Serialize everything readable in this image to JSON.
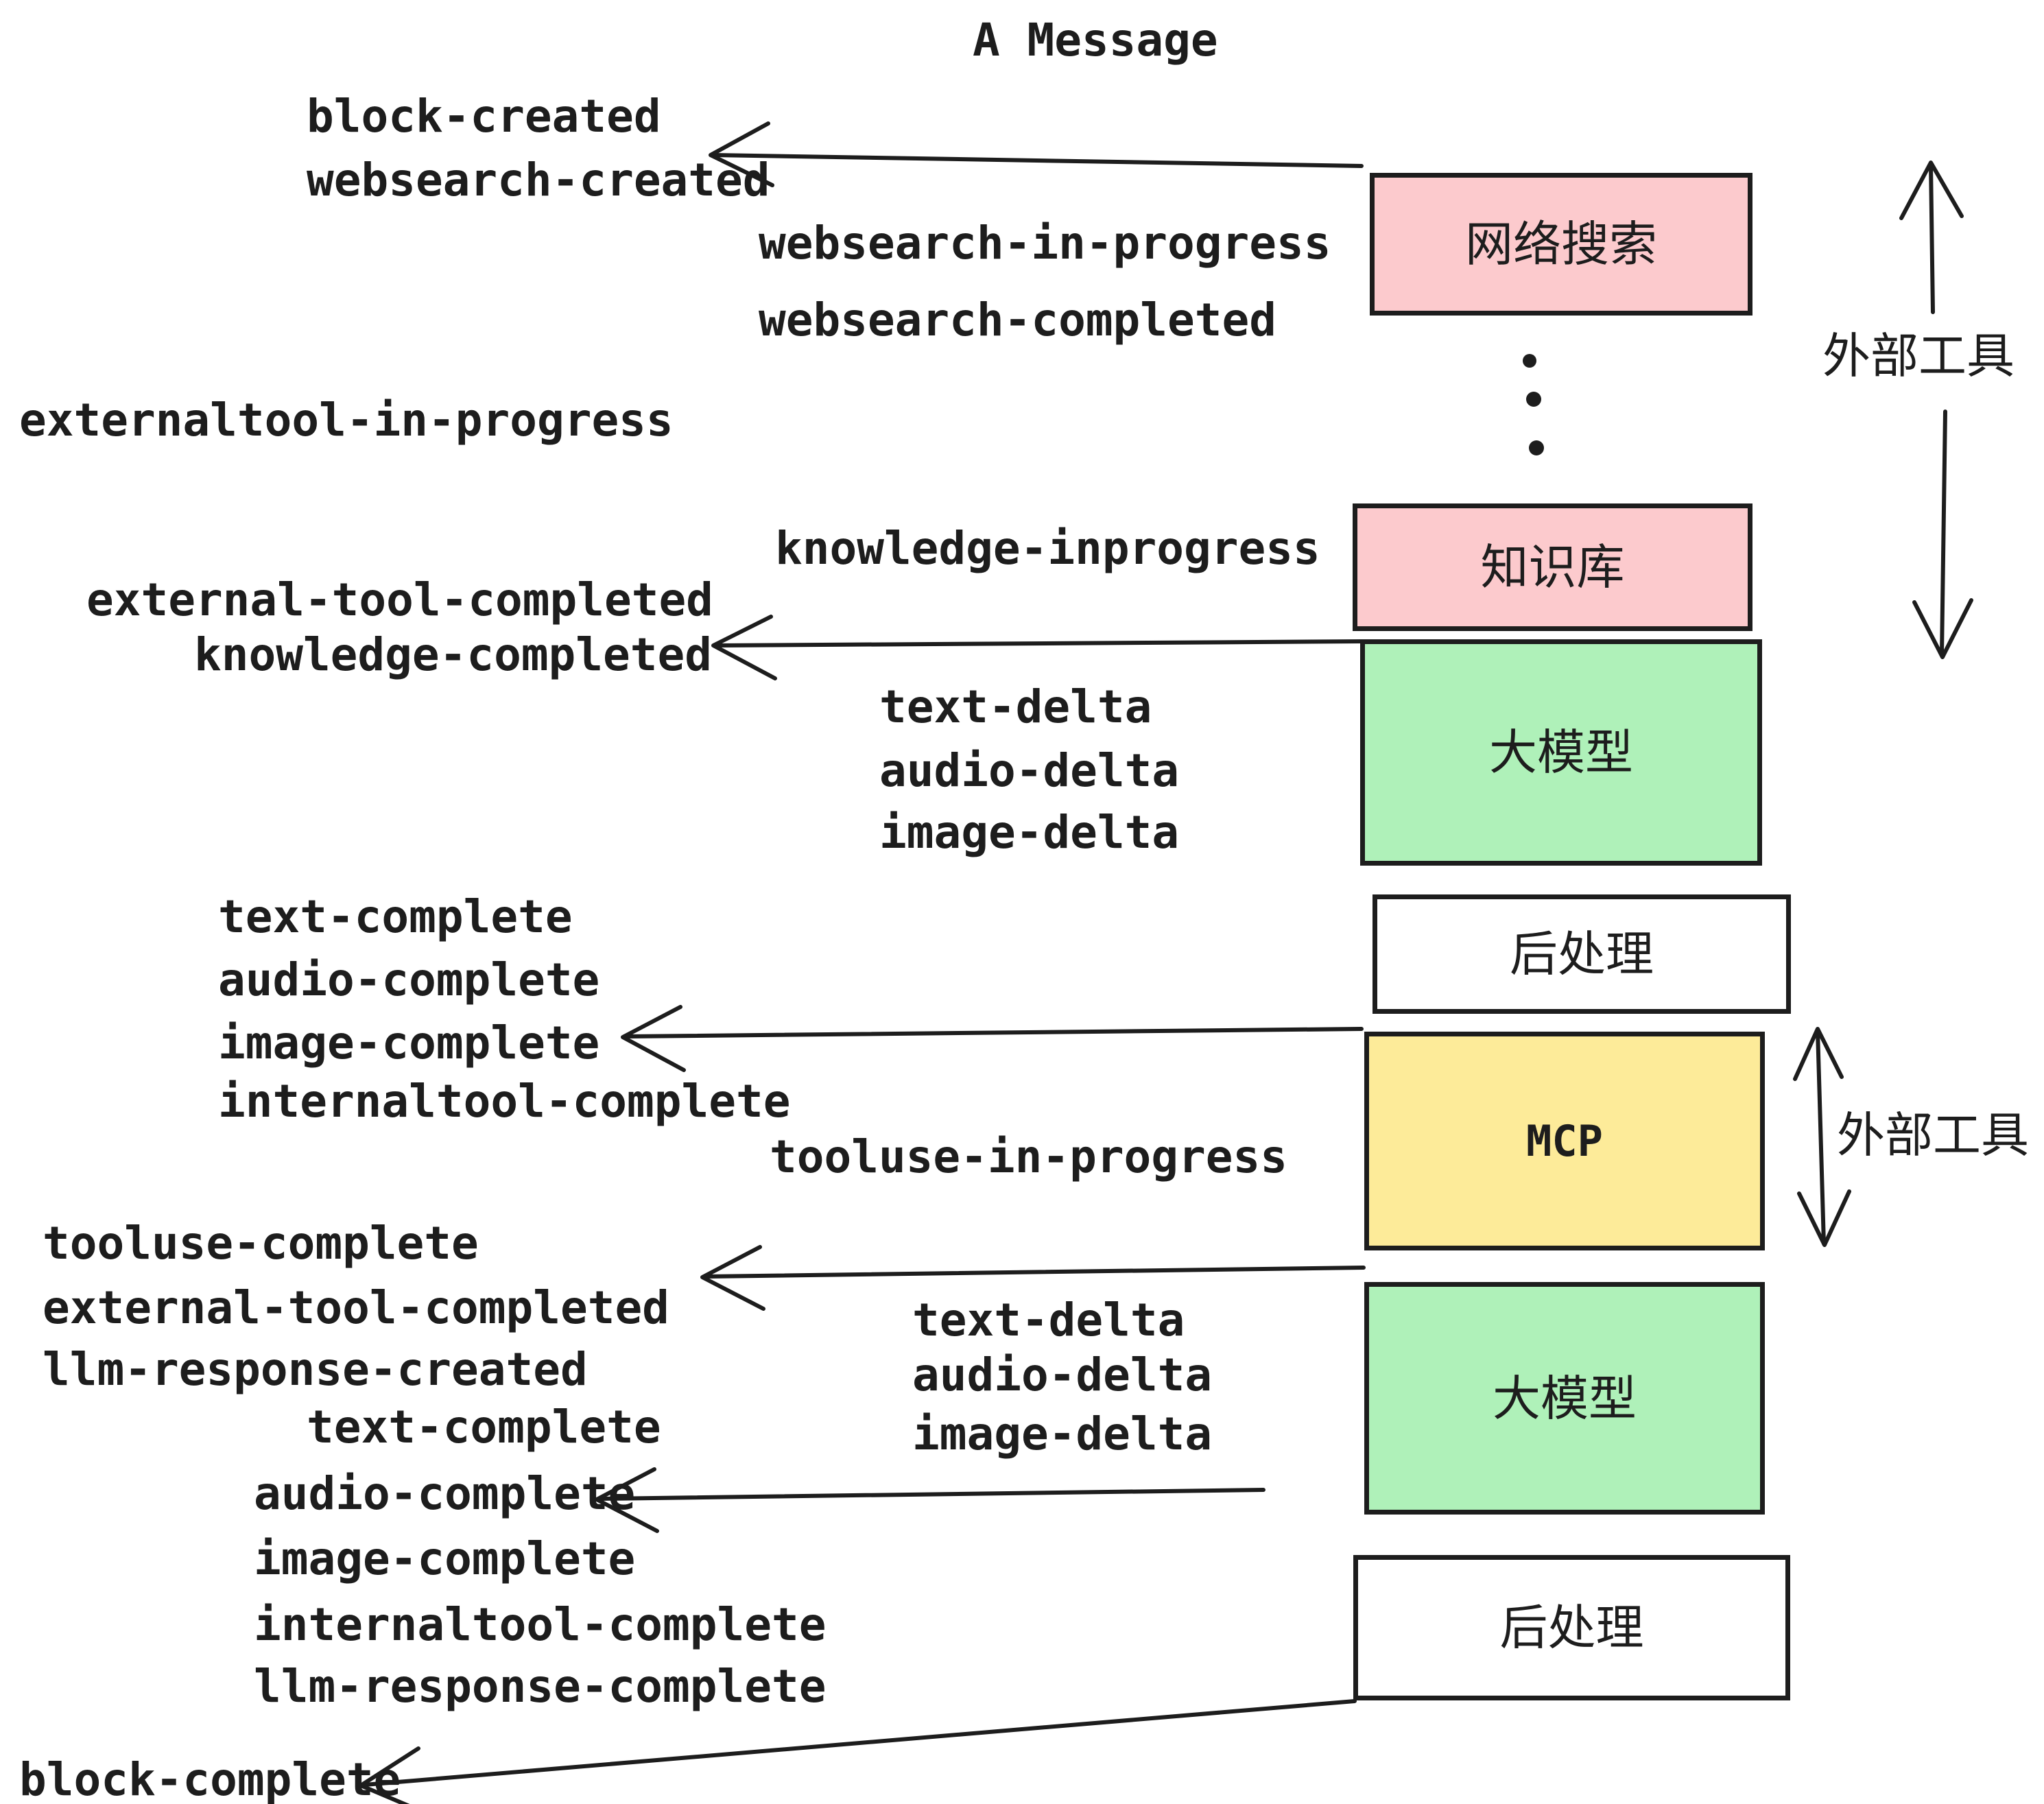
{
  "title": "A Message",
  "colors": {
    "ink": "#1d1d1d",
    "pink_box": "#fccacd",
    "green_box": "#aff1b9",
    "yellow_box": "#fdeb99",
    "white_box": "#ffffff",
    "background": "#ffffff"
  },
  "boxes": {
    "websearch": "网络搜索",
    "knowledge": "知识库",
    "llm1": "大模型",
    "post1": "后处理",
    "mcp": "MCP",
    "llm2": "大模型",
    "post2": "后处理"
  },
  "side_labels": {
    "external_tools_top": "外部工具",
    "external_tools_bottom": "外部工具"
  },
  "events": {
    "block_created": "block-created",
    "websearch_created": "websearch-created",
    "websearch_in_progress": "websearch-in-progress",
    "websearch_completed": "websearch-completed",
    "externaltool_in_progress": "externaltool-in-progress",
    "knowledge_inprogress": "knowledge-inprogress",
    "external_tool_completed_1": "external-tool-completed",
    "knowledge_completed": "knowledge-completed",
    "text_delta_1": "text-delta",
    "audio_delta_1": "audio-delta",
    "image_delta_1": "image-delta",
    "text_complete_1": "text-complete",
    "audio_complete_1": "audio-complete",
    "image_complete_1": "image-complete",
    "internaltool_complete_1": "internaltool-complete",
    "tooluse_in_progress": "tooluse-in-progress",
    "tooluse_complete": "tooluse-complete",
    "external_tool_completed_2": "external-tool-completed",
    "llm_response_created": "llm-response-created",
    "text_delta_2": "text-delta",
    "audio_delta_2": "audio-delta",
    "image_delta_2": "image-delta",
    "text_complete_2": "text-complete",
    "audio_complete_2": "audio-complete",
    "image_complete_2": "image-complete",
    "internaltool_complete_2": "internaltool-complete",
    "llm_response_complete": "llm-response-complete",
    "block_complete": "block-complete"
  }
}
